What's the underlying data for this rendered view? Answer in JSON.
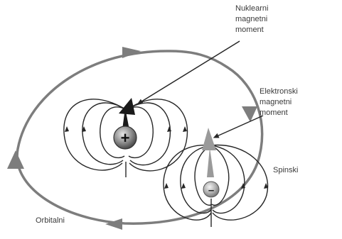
{
  "labels": {
    "nuclear_moment": [
      "Nuklearni",
      "magnetni",
      "moment"
    ],
    "electron_moment": [
      "Elektronski",
      "magnetni",
      "moment"
    ],
    "spin": "Spinski",
    "orbital": "Orbitalni"
  },
  "charges": {
    "nucleus": "+",
    "electron": "–"
  },
  "colors": {
    "orbit": "#7d7d7d",
    "field_lines": "#262626",
    "nucleus": "#555555",
    "electron": "#8a8a8a",
    "text": "#3a3a3a"
  }
}
